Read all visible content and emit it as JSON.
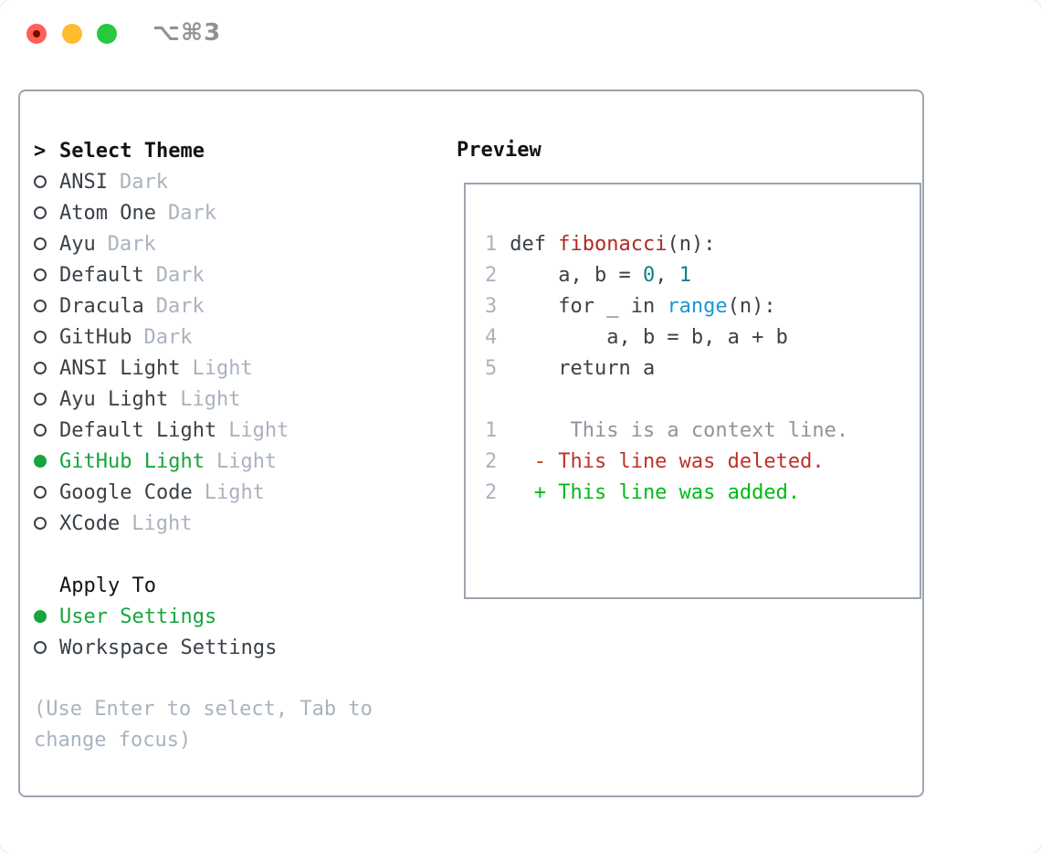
{
  "window": {
    "title": "⌥⌘3"
  },
  "theme_selector": {
    "header": {
      "prefix": ">",
      "label": "Select Theme"
    },
    "themes": [
      {
        "name": "ANSI",
        "tag": "Dark",
        "selected": false
      },
      {
        "name": "Atom One",
        "tag": "Dark",
        "selected": false
      },
      {
        "name": "Ayu",
        "tag": "Dark",
        "selected": false
      },
      {
        "name": "Default",
        "tag": "Dark",
        "selected": false
      },
      {
        "name": "Dracula",
        "tag": "Dark",
        "selected": false
      },
      {
        "name": "GitHub",
        "tag": "Dark",
        "selected": false
      },
      {
        "name": "ANSI Light",
        "tag": "Light",
        "selected": false
      },
      {
        "name": "Ayu Light",
        "tag": "Light",
        "selected": false
      },
      {
        "name": "Default Light",
        "tag": "Light",
        "selected": false
      },
      {
        "name": "GitHub Light",
        "tag": "Light",
        "selected": true
      },
      {
        "name": "Google Code",
        "tag": "Light",
        "selected": false
      },
      {
        "name": "XCode",
        "tag": "Light",
        "selected": false
      }
    ],
    "apply_to": {
      "label": "Apply To",
      "options": [
        {
          "name": "User Settings",
          "selected": true
        },
        {
          "name": "Workspace Settings",
          "selected": false
        }
      ]
    },
    "hint_lines": [
      "(Use Enter to select, Tab to",
      "change focus)"
    ]
  },
  "preview": {
    "label": "Preview",
    "lines": [
      {
        "num": "1",
        "tokens": [
          {
            "text": " def ",
            "cls": "code"
          },
          {
            "text": "fibonacci",
            "cls": "func"
          },
          {
            "text": "(n):",
            "cls": "code"
          }
        ]
      },
      {
        "num": "2",
        "tokens": [
          {
            "text": "     a, b = ",
            "cls": "code"
          },
          {
            "text": "0",
            "cls": "num"
          },
          {
            "text": ", ",
            "cls": "code"
          },
          {
            "text": "1",
            "cls": "num"
          }
        ]
      },
      {
        "num": "3",
        "tokens": [
          {
            "text": "     for _ in ",
            "cls": "code"
          },
          {
            "text": "range",
            "cls": "builtin"
          },
          {
            "text": "(n):",
            "cls": "code"
          }
        ]
      },
      {
        "num": "4",
        "tokens": [
          {
            "text": "         a, b = b, a + b",
            "cls": "code"
          }
        ]
      },
      {
        "num": "5",
        "tokens": [
          {
            "text": "     return a",
            "cls": "code"
          }
        ]
      },
      {
        "num": "",
        "tokens": []
      },
      {
        "num": "1",
        "tokens": [
          {
            "text": "      This is a context line.",
            "cls": "context"
          }
        ]
      },
      {
        "num": "2",
        "tokens": [
          {
            "text": "   - This line was deleted.",
            "cls": "del"
          }
        ]
      },
      {
        "num": "2",
        "tokens": [
          {
            "text": "   + This line was added.",
            "cls": "add"
          }
        ]
      }
    ]
  },
  "colors": {
    "accent_green": "#17a53c",
    "added_green": "#00bb17",
    "deleted_red": "#be3227",
    "function_red": "#ae2b23",
    "number_teal": "#10808c",
    "builtin_blue": "#1999d3",
    "muted_gray": "#a9b3bf",
    "context_gray": "#8e959d",
    "text_dark": "#3a4148",
    "panel_border_gray": "#9ca5b0",
    "traffic_red": "#ff5f57",
    "traffic_yellow": "#febc2e",
    "traffic_green": "#28c840"
  }
}
